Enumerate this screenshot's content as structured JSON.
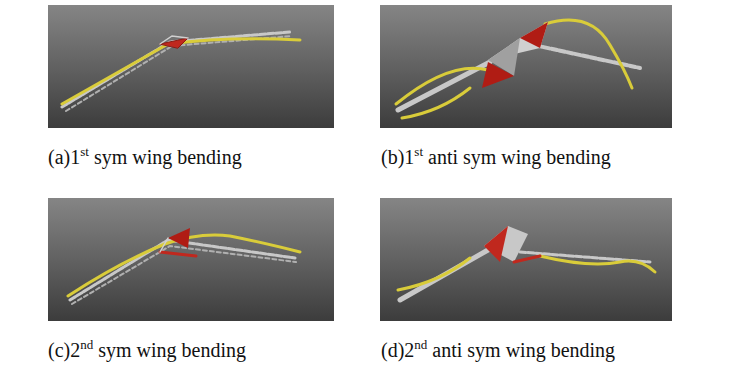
{
  "diagram": {
    "labels": [
      "(a)1",
      "st",
      "sym wing bending",
      "(b)1",
      "st",
      "anti sym wing bending",
      "(c)2",
      "nd",
      "sym wing bending",
      "(d)2",
      "nd",
      "anti sym wing bending"
    ]
  }
}
